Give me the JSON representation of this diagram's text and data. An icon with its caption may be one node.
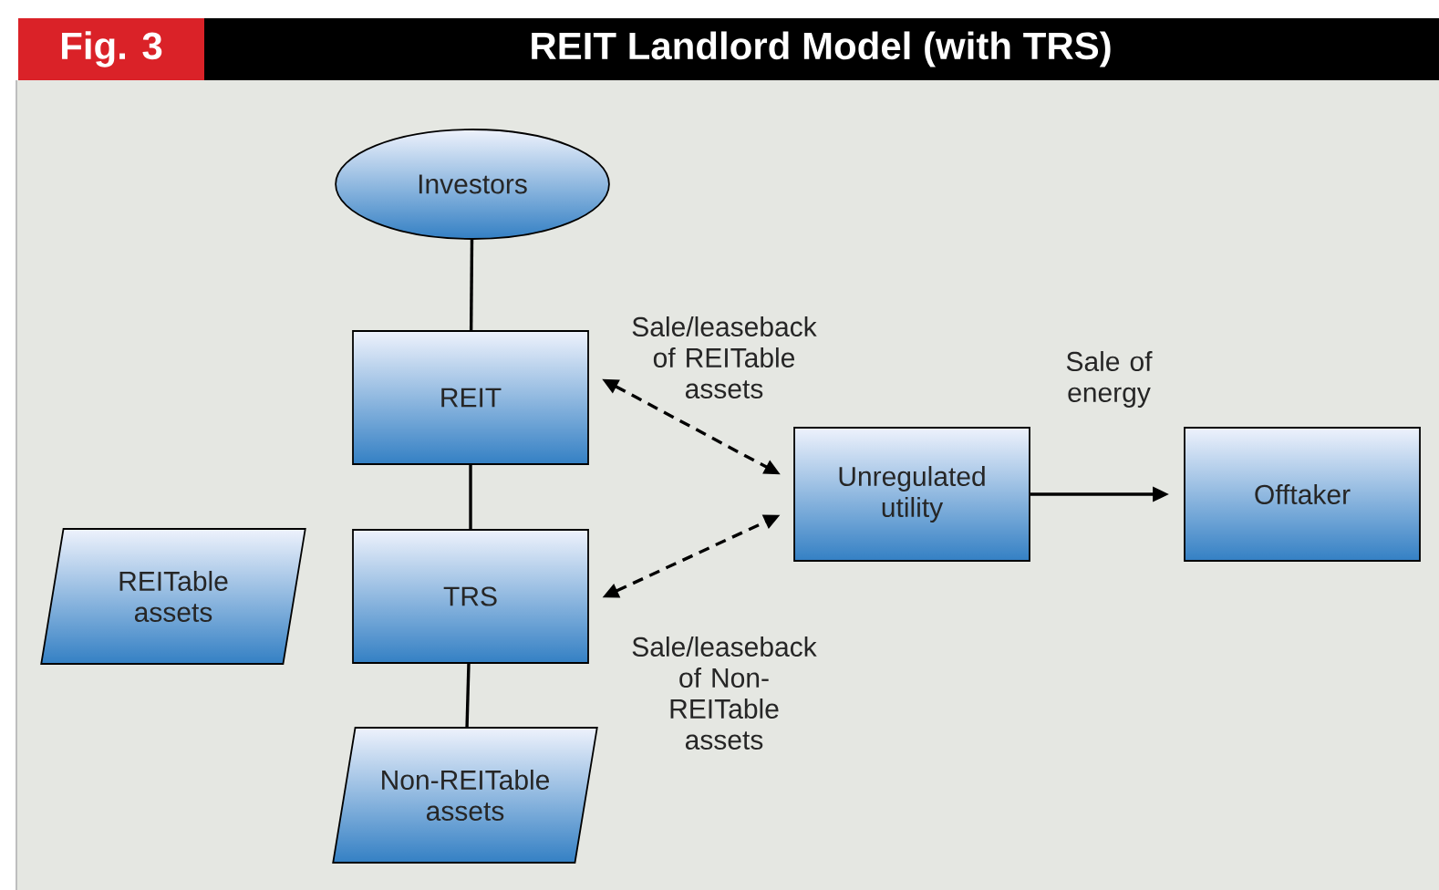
{
  "diagram": {
    "title": "REIT Landlord Model (with TRS)",
    "nodes": [
      {
        "text": [
          "Investors"
        ]
      },
      {
        "text": [
          "REIT"
        ]
      },
      {
        "text": [
          "TRS"
        ]
      },
      {
        "text": [
          "REITable assets"
        ]
      },
      {
        "text": [
          "Non-REITable assets"
        ]
      },
      {
        "text": [
          "Unregulated utility"
        ]
      },
      {
        "text": [
          "Offtaker"
        ]
      }
    ],
    "edges": [
      {
        "from": 0,
        "to": 1,
        "arrow": "none"
      },
      {
        "from": 1,
        "to": 2,
        "arrow": "none"
      },
      {
        "from": 2,
        "to": 4,
        "arrow": "none"
      },
      {
        "from": 1,
        "to": 5,
        "arrow": "both",
        "style": "dashed",
        "label": "Sale/leaseback of REITable assets"
      },
      {
        "from": 2,
        "to": 5,
        "arrow": "both",
        "style": "dashed",
        "label": "Sale/leaseback of Non-REITable assets"
      },
      {
        "from": 5,
        "to": 6,
        "arrow": "to",
        "label": "Sale of energy"
      }
    ],
    "labels": [
      "Fig. 3"
    ]
  }
}
